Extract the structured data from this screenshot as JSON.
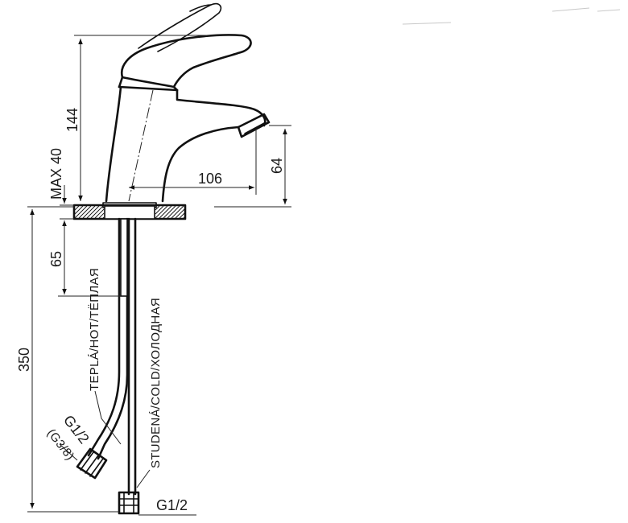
{
  "dimensions": {
    "height_total": "144",
    "max_deck": "MAX 40",
    "spout_reach": "106",
    "spout_height": "64",
    "inlet_offset": "65",
    "hose_length": "350",
    "thread_main": "G1/2",
    "thread_hot": "G1/2",
    "thread_hot_alt": "(G3/8)"
  },
  "labels": {
    "hot": "TEPLÁ/HOT/TЁПЛАЯ",
    "cold": "STUDENÁ/COLD/ХОЛОДНАЯ"
  }
}
